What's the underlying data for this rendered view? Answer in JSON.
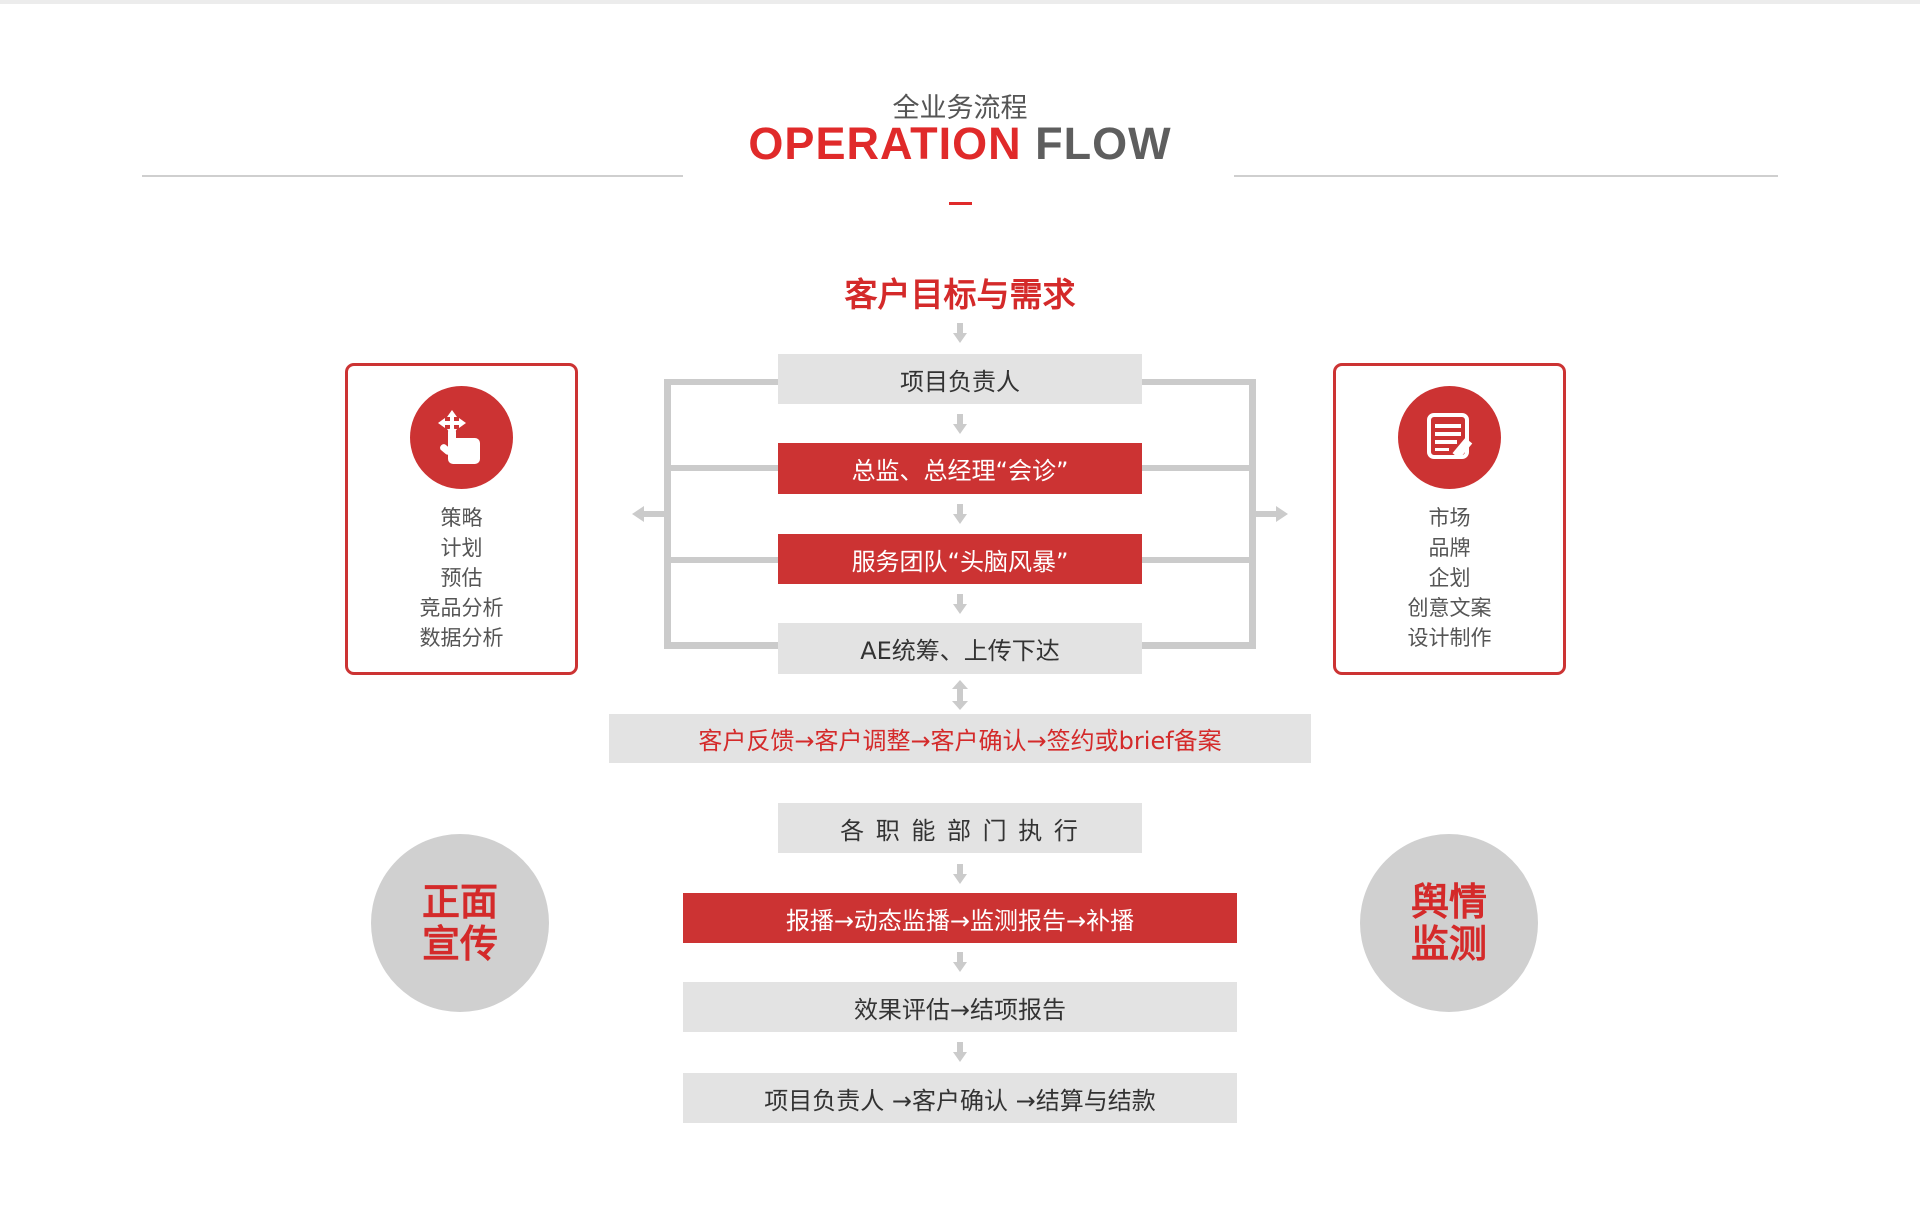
{
  "header": {
    "subtitle": "全业务流程",
    "title_red": "OPERATION",
    "title_gray": "FLOW"
  },
  "goal": "客户目标与需求",
  "core": [
    {
      "label": "项目负责人",
      "style": "gray"
    },
    {
      "label": "总监、总经理“会诊”",
      "style": "red"
    },
    {
      "label": "服务团队“头脑风暴”",
      "style": "red"
    },
    {
      "label": "AE统筹、上传下达",
      "style": "gray"
    }
  ],
  "left_panel": {
    "icon": "hand-pointer-move-icon",
    "items": [
      "策略",
      "计划",
      "预估",
      "竞品分析",
      "数据分析"
    ]
  },
  "right_panel": {
    "icon": "document-edit-icon",
    "items": [
      "市场",
      "品牌",
      "企划",
      "创意文案",
      "设计制作"
    ]
  },
  "feedback": "客户反馈→客户调整→客户确认→签约或brief备案",
  "execution": [
    {
      "label": "各 职 能 部 门 执 行",
      "style": "gray"
    },
    {
      "label": "报播→动态监播→监测报告→补播",
      "style": "red"
    },
    {
      "label": "效果评估→结项报告",
      "style": "gray"
    },
    {
      "label": "项目负责人 →客户确认 →结算与结款",
      "style": "gray"
    }
  ],
  "left_circle": [
    "正面",
    "宣传"
  ],
  "right_circle": [
    "舆情",
    "监测"
  ],
  "colors": {
    "red": "#cc3333",
    "title_red": "#e02a2a",
    "gray_box": "#e3e3e3",
    "connector": "#cbcbcb"
  }
}
